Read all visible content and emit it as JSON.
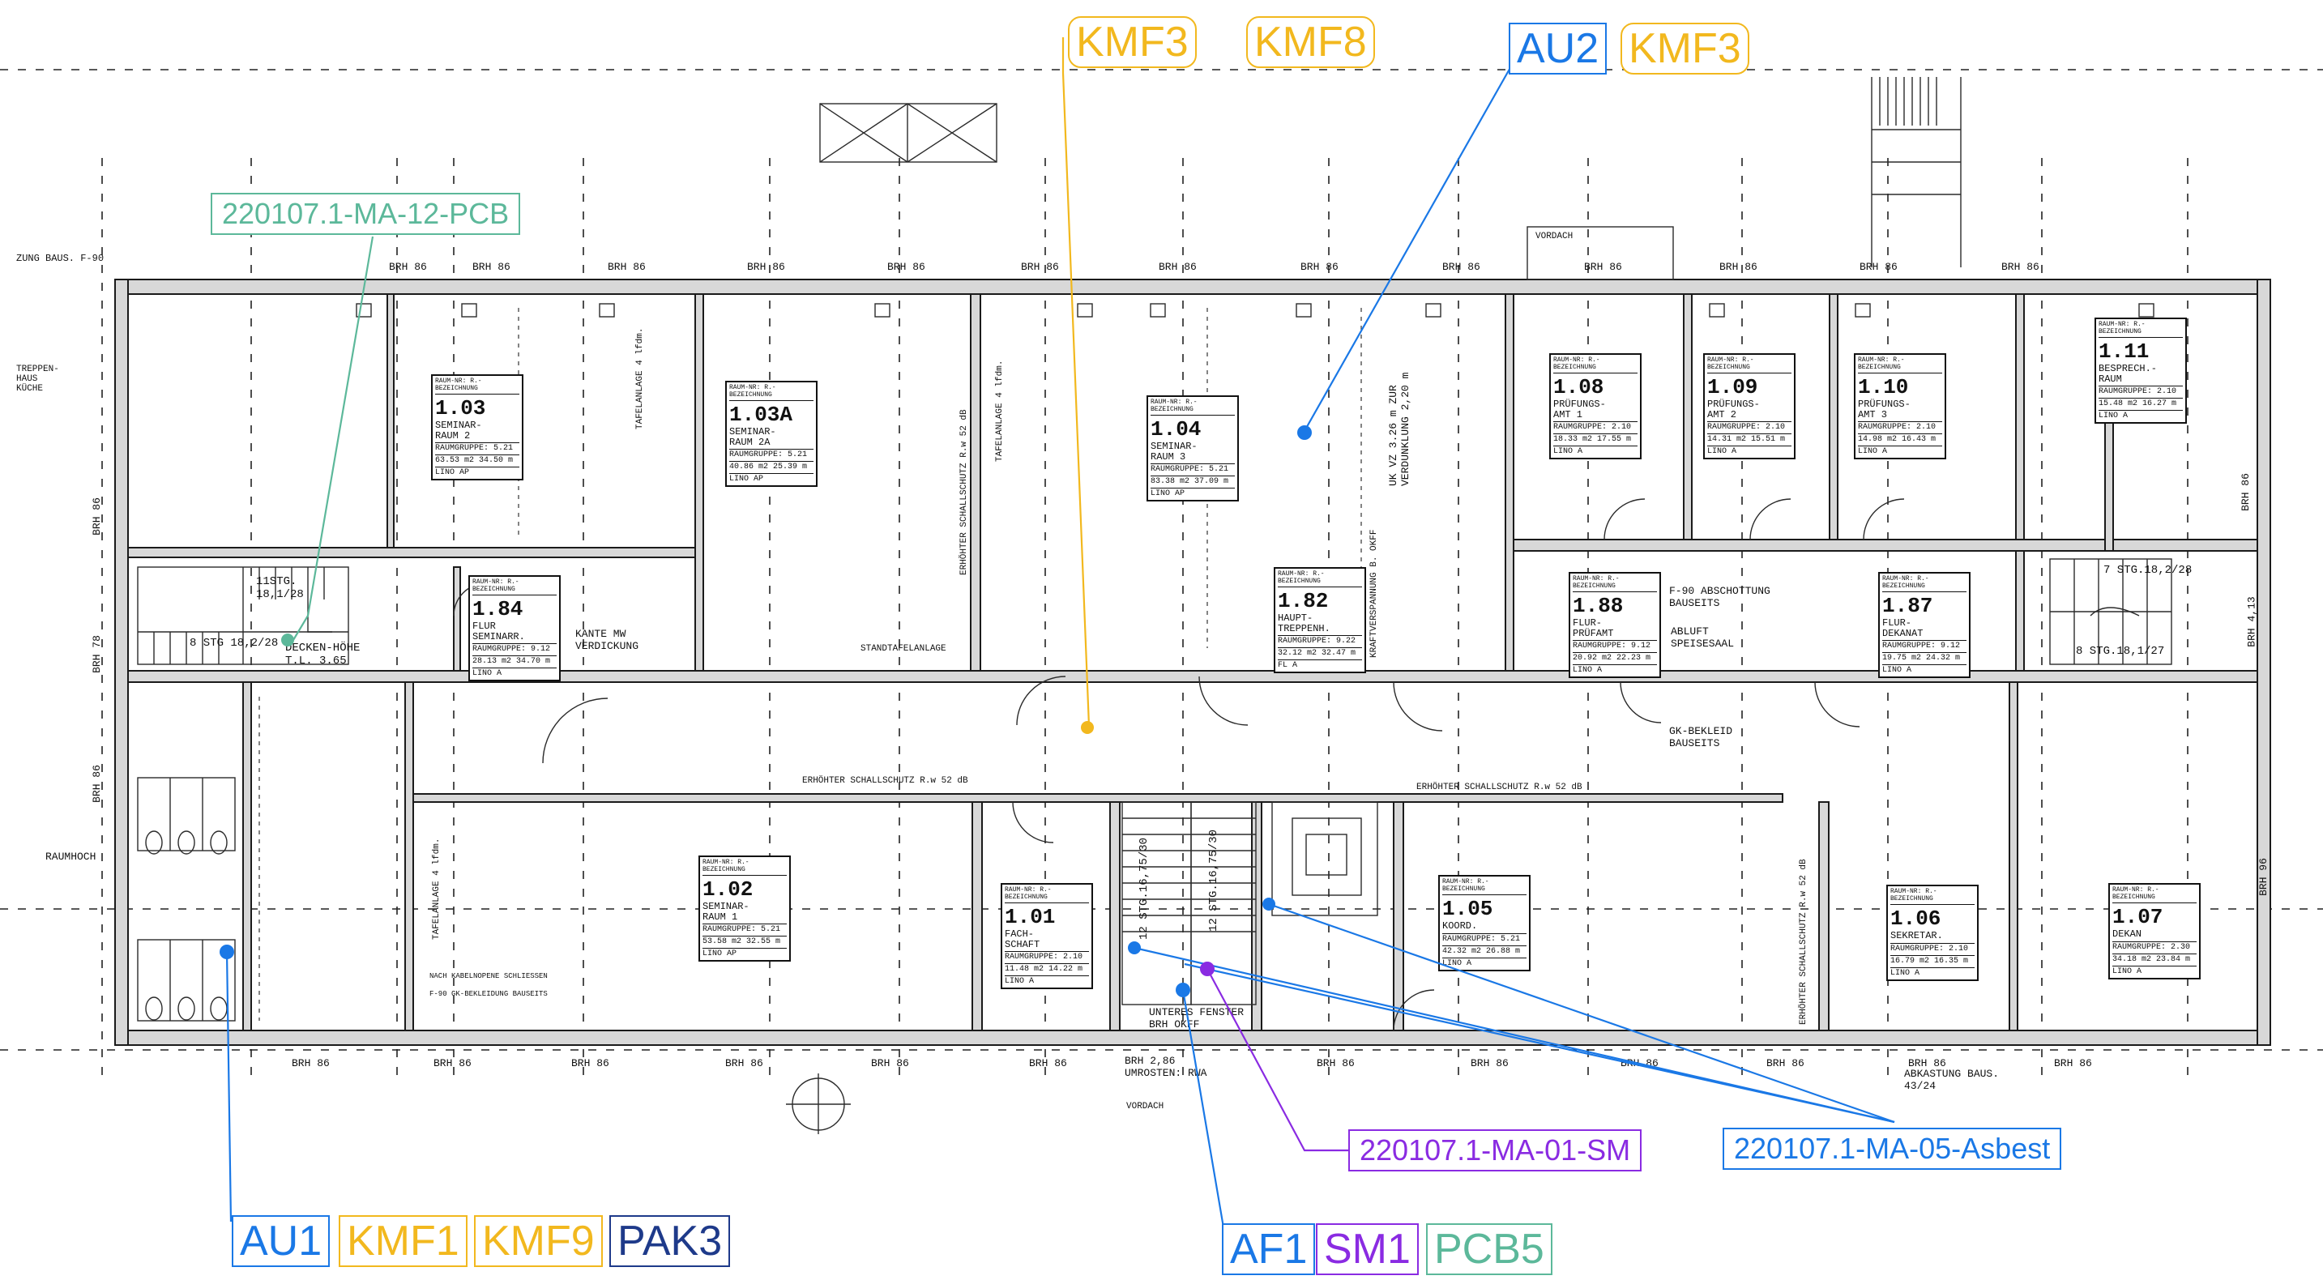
{
  "colors": {
    "asbestos": "#1a78e6",
    "kmf": "#f2b81e",
    "pak": "#1e3a8a",
    "sm": "#8a2be2",
    "pcb": "#5cb89a",
    "wall": "#1a1a1a"
  },
  "top_tags": {
    "group1": [
      "KMF3",
      "KMF8"
    ],
    "group2_au": "AU2",
    "group2_kmf": "KMF3"
  },
  "bottom_tags": {
    "left_au": "AU1",
    "left_kmf1": "KMF1",
    "left_kmf9": "KMF9",
    "left_pak": "PAK3",
    "mid_af": "AF1",
    "mid_sm": "SM1",
    "mid_pcb": "PCB5"
  },
  "samples": {
    "pcb": "220107.1-MA-12-PCB",
    "sm": "220107.1-MA-01-SM",
    "asbest": "220107.1-MA-05-Asbest"
  },
  "rooms": [
    {
      "id": "r103",
      "num": "1.03",
      "name": "SEMINAR-RAUM 2",
      "group": "5.21",
      "area": "63.53 m2",
      "perim": "34.50 m",
      "floor": "LINO",
      "ceiling": "AP"
    },
    {
      "id": "r103a",
      "num": "1.03A",
      "name": "SEMINAR-RAUM 2A",
      "group": "5.21",
      "area": "40.86 m2",
      "perim": "25.39 m",
      "floor": "LINO",
      "ceiling": "AP"
    },
    {
      "id": "r104",
      "num": "1.04",
      "name": "SEMINAR-RAUM 3",
      "group": "5.21",
      "area": "83.38 m2",
      "perim": "37.09 m",
      "floor": "LINO",
      "ceiling": "AP"
    },
    {
      "id": "r108",
      "num": "1.08",
      "name": "PRÜFUNGS-AMT 1",
      "group": "2.10",
      "area": "18.33 m2",
      "perim": "17.55 m",
      "floor": "LINO",
      "ceiling": "A"
    },
    {
      "id": "r109",
      "num": "1.09",
      "name": "PRÜFUNGS-AMT 2",
      "group": "2.10",
      "area": "14.31 m2",
      "perim": "15.51 m",
      "floor": "LINO",
      "ceiling": "A"
    },
    {
      "id": "r110",
      "num": "1.10",
      "name": "PRÜFUNGS-AMT 3",
      "group": "2.10",
      "area": "14.98 m2",
      "perim": "16.43 m",
      "floor": "LINO",
      "ceiling": "A"
    },
    {
      "id": "r111",
      "num": "1.11",
      "name": "BESPRECH.-RAUM",
      "group": "2.10",
      "area": "15.48 m2",
      "perim": "16.27 m",
      "floor": "LINO",
      "ceiling": "A"
    },
    {
      "id": "r184",
      "num": "1.84",
      "name": "FLUR SEMINARR.",
      "group": "9.12",
      "area": "28.13 m2",
      "perim": "34.70 m",
      "floor": "LINO",
      "ceiling": "A"
    },
    {
      "id": "r182",
      "num": "1.82",
      "name": "HAUPT-TREPPENH.",
      "group": "9.22",
      "area": "32.12 m2",
      "perim": "32.47 m",
      "floor": "FL",
      "ceiling": "A"
    },
    {
      "id": "r188",
      "num": "1.88",
      "name": "FLUR-PRÜFAMT",
      "group": "9.12",
      "area": "20.92 m2",
      "perim": "22.23 m",
      "floor": "LINO",
      "ceiling": "A"
    },
    {
      "id": "r187",
      "num": "1.87",
      "name": "FLUR-DEKANAT",
      "group": "9.12",
      "area": "19.75 m2",
      "perim": "24.32 m",
      "floor": "LINO",
      "ceiling": "A"
    },
    {
      "id": "r102",
      "num": "1.02",
      "name": "SEMINAR-RAUM 1",
      "group": "5.21",
      "area": "53.58 m2",
      "perim": "32.55 m",
      "floor": "LINO",
      "ceiling": "AP"
    },
    {
      "id": "r101",
      "num": "1.01",
      "name": "FACH-SCHAFT",
      "group": "2.10",
      "area": "11.48 m2",
      "perim": "14.22 m",
      "floor": "LINO",
      "ceiling": "A"
    },
    {
      "id": "r105",
      "num": "1.05",
      "name": "KOORD.",
      "group": "5.21",
      "area": "42.32 m2",
      "perim": "26.88 m",
      "floor": "LINO",
      "ceiling": "A"
    },
    {
      "id": "r106",
      "num": "1.06",
      "name": "SEKRETAR.",
      "group": "2.10",
      "area": "16.79 m2",
      "perim": "16.35 m",
      "floor": "LINO",
      "ceiling": "A"
    },
    {
      "id": "r107",
      "num": "1.07",
      "name": "DEKAN",
      "group": "2.30",
      "area": "34.18 m2",
      "perim": "23.84 m",
      "floor": "LINO",
      "ceiling": "A"
    }
  ],
  "labels": {
    "decken_hoehe": "DECKEN-HÖHE T.L. 3.65",
    "kante_mw": "KANTE MW VERDICKUNG",
    "standtafelanlage": "STANDTAFELANLAGE",
    "tafelanlage": "TAFELANLAGE 4 lfdm.",
    "erhoehter_schallschutz": "ERHÖHTER SCHALLSCHUTZ R.w 52 dB",
    "unteres_fenster": "UNTERES FENSTER BRH OKFF",
    "brh_umrosten": "BRH 2,86 UMROSTEN: RWA",
    "vordach": "VORDACH",
    "abkastung": "ABKASTUNG BAUS. 43/24",
    "raumhoch": "RAUMHOCH",
    "trep_stg_left": "8 STG 18,2/28",
    "trep_stg_left2": "11STG. 18,1/28",
    "trep_stg_right": "7 STG.18,2/28",
    "trep_stg_right2": "8 STG.18,1/27",
    "main_stair1": "12 STG.16,75/30",
    "main_stair2": "12 STG.16,75/30",
    "f90": "F-90 ABSCHOTTUNG BAUSEITS",
    "abluft": "ABLUFT SPEISESAAL",
    "gk_bekleid": "GK-BEKLEID BAUSEITS",
    "uk_vz": "UK VZ 3.26 m ZUR VERDUNKLUNG 2,20 m",
    "kraftverspannung": "KRAFTVERSPANNUNG B. OKFF",
    "treppenhaus_kueche": "TREPPEN-HAUS KÜCHE",
    "dichtung": "ZUNG BAUS. F-90",
    "nach_kabel": "NACH KABELNOPENE SCHLIESSEN",
    "f90_bekleidung": "F-90 GK-BEKLEIDUNG BAUSEITS",
    "brh86": "BRH 86",
    "brh78": "BRH 78",
    "brh96": "BRH 96",
    "brh413": "BRH 4,13"
  }
}
